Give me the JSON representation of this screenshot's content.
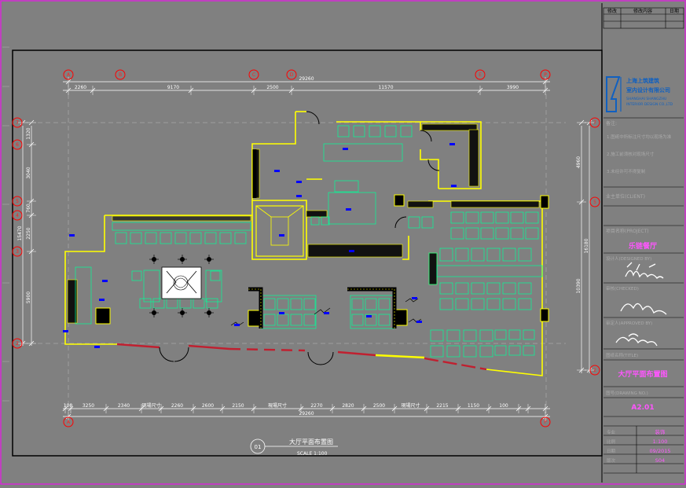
{
  "grid_top": {
    "labels": [
      "A",
      "B",
      "C",
      "D",
      "E",
      "P"
    ],
    "dims": [
      "2260",
      "9170",
      "2500",
      "11570",
      "3990"
    ],
    "total": "29260"
  },
  "grid_bottom": {
    "labels": [
      "A",
      "P"
    ],
    "dims": [
      "100",
      "3250",
      "2340",
      "現場尺寸",
      "2260",
      "2600",
      "2150",
      "現場尺寸",
      "2270",
      "2820",
      "2500",
      "現場尺寸",
      "2215",
      "1150",
      "100"
    ],
    "total": "29260"
  },
  "grid_left": {
    "labels": [
      "7",
      "6",
      "5",
      "4",
      "3",
      "2"
    ],
    "dims": [
      "1320",
      "3040",
      "760",
      "2250",
      "5900"
    ],
    "total": "15470"
  },
  "grid_right": {
    "labels": [
      "7",
      "5",
      "2"
    ],
    "dims": [
      "4960",
      "10390"
    ],
    "total": "16180"
  },
  "drawing_title": {
    "number": "01",
    "title": "大厅平面布置图",
    "scale": "SCALE 1:100"
  },
  "title_block": {
    "revision_cols": [
      "修改",
      "修改内容",
      "日期"
    ],
    "company_cn_line1": "上海上筑建筑",
    "company_cn_line2": "室内设计有限公司",
    "company_en_line1": "SHANGHAI SHANGZHU",
    "company_en_line2": "INTERIOR DESIGN CO.,LTD",
    "notes_label": "备注:",
    "notes": [
      "1.图纸中所标注尺寸均以现场为准",
      "2.施工前须核对现场尺寸",
      "3.未经许可不得复制"
    ],
    "client_label": "业主单位(CLIENT)",
    "project_label": "项目名称(PROJECT)",
    "project_name": "乐链餐厅",
    "role_labels": [
      "设计人(DESIGNED BY)",
      "审核(CHECKED)",
      "审定人(APPROVED BY)"
    ],
    "drawing_name_label": "图纸名称(TITLE)",
    "drawing_name": "大厅平面布置图",
    "drawing_no_label": "图号(DRAWING NO.)",
    "drawing_no": "A2.01",
    "footer_rows": [
      {
        "label": "专业",
        "value": "装饰"
      },
      {
        "label": "比例",
        "value": "1:100"
      },
      {
        "label": "日期",
        "value": "09/2015"
      },
      {
        "label": "版次",
        "value": "S04"
      }
    ]
  },
  "colors": {
    "background": "#808080",
    "wall": "#ffff00",
    "dimension": "#ffffff",
    "grid_bubble": "#ff0000",
    "furniture": "#00ff99",
    "fixture": "#000000",
    "tag": "#0000ff",
    "accent_text": "#ff55ff",
    "border": "#000000"
  }
}
